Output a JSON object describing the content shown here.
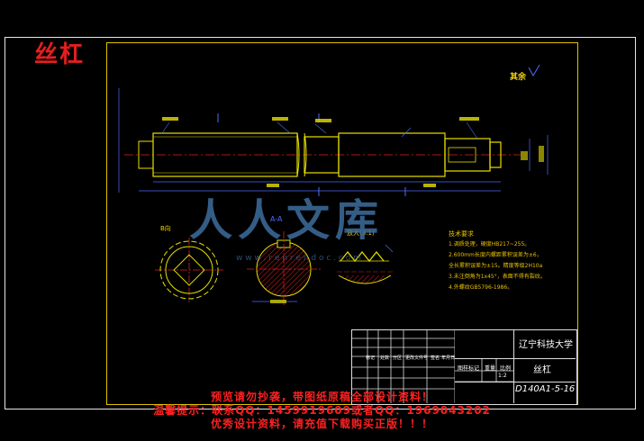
{
  "drawing": {
    "title": "丝杠",
    "surface_note": "其余",
    "section_label": "A-A",
    "view_label_b": "B向",
    "detail_label": "放大(3:1)"
  },
  "tech_notes": {
    "heading": "技术要求",
    "lines": [
      "1.调质处理，硬度HB217~255。",
      "2.600mm长度内螺距累积误差为±6，",
      "全长累积误差为±15。精度等级2H10a",
      "3.未注倒角为1x45°，表面不得有裂纹。",
      "4.外螺纹GB5796-1986。"
    ]
  },
  "title_block": {
    "school": "辽宁科技大学",
    "part_name": "丝杠",
    "drawing_no": "D140A1-5-16",
    "scale": "1:2",
    "headers": [
      "图样标记",
      "重量",
      "比例"
    ],
    "signers": [
      "标记",
      "处数",
      "分区",
      "更改文件号",
      "签名",
      "年月日"
    ]
  },
  "watermark": {
    "logo_text": "人人文库",
    "url": "w w w . r e n r e n d o c . c o m"
  },
  "footer_warnings": [
    "预览请勿抄袭，带图纸原稿全部设计资料！",
    "温馨提示：联系QQ：1459919609或者QQ：1969043202",
    "优秀设计资料，请充值下载购买正版！！！"
  ],
  "colors": {
    "frame": "#e8e8e8",
    "inner_frame": "#e0c400",
    "part_outline": "#e8e000",
    "dimension": "#4b6bff",
    "hatch": "#e02020",
    "warning": "#ff2020"
  }
}
